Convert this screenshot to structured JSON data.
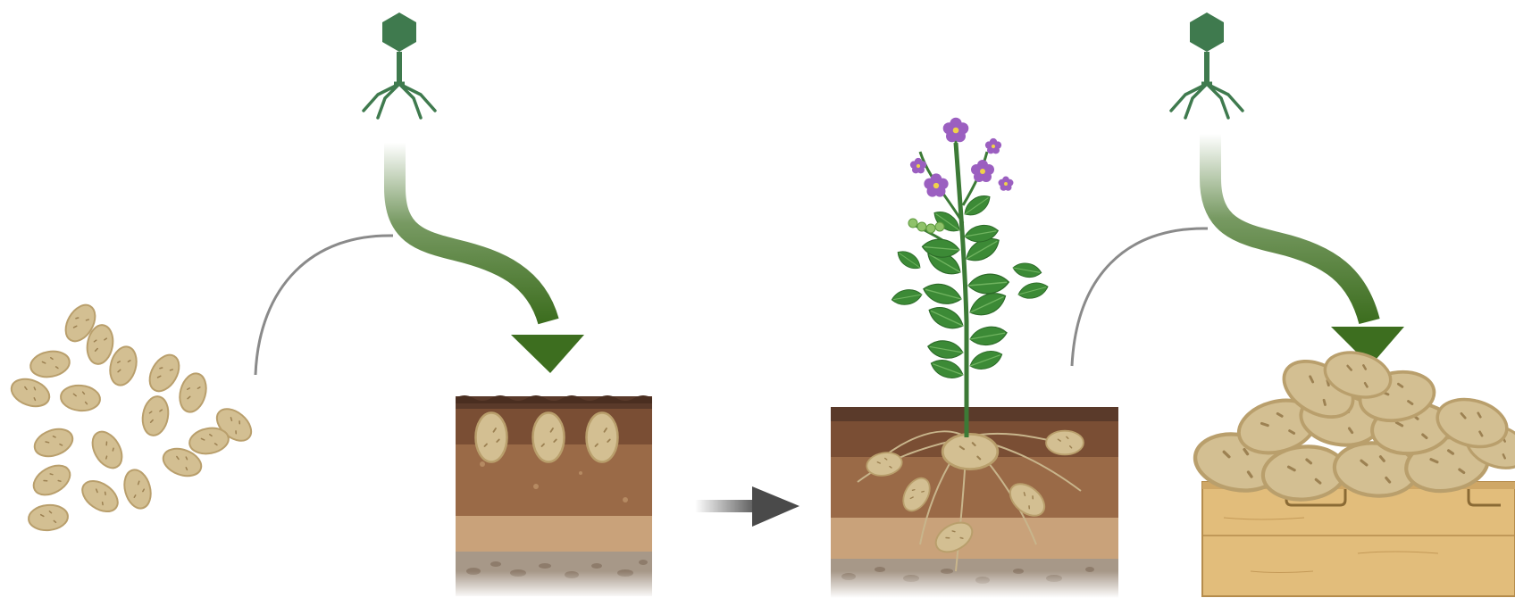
{
  "diagram": {
    "stages": [
      {
        "id": "seed-tubers"
      },
      {
        "id": "planted-tubers"
      },
      {
        "id": "potato-plant"
      },
      {
        "id": "harvest-crate"
      }
    ],
    "phage_treatments": 2,
    "colors": {
      "phage": "#3f7a4e",
      "arrow_green": "#3d6e1f",
      "curve_gray": "#8a8a8a",
      "arrow_dark": "#4a4a4a",
      "tuber": "#d3bf92",
      "tuber_dark": "#b99f6c",
      "soil_top": "#5a3a2a",
      "soil_mid": "#8a5e3f",
      "soil_light": "#b98a60",
      "soil_sand": "#c9a27a",
      "flower": "#9b5fc0",
      "leaf": "#3c8a36",
      "crate": "#e2bd7b"
    },
    "icons": [
      "bacteriophage-icon",
      "potato-tuber-icon",
      "potato-plant-icon",
      "crate-icon",
      "arrow-icon"
    ]
  }
}
